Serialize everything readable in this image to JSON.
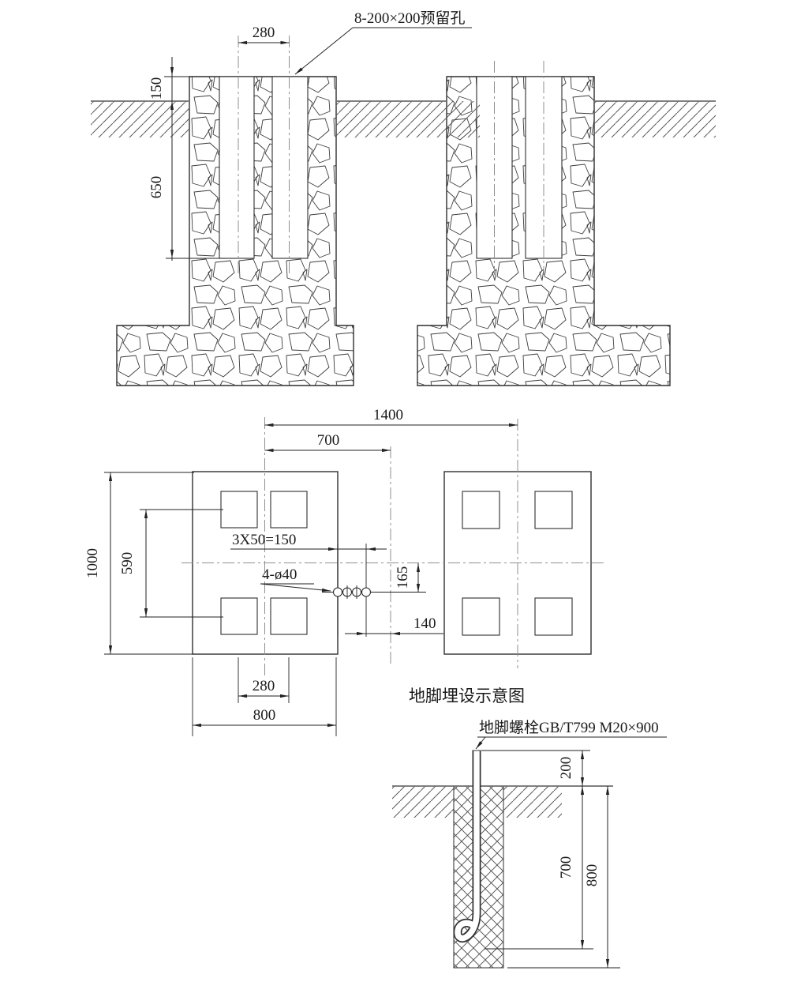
{
  "drawing": {
    "top_note": "8-200×200预留孔",
    "elevation_dims": {
      "hole_spacing": "280",
      "above_ground": "150",
      "embed_depth": "650"
    },
    "plan_dims": {
      "foundation_spacing": "1400",
      "half_spacing": "700",
      "plan_height": "1000",
      "hole_row_spacing": "590",
      "bolt_group_spacing": "3X50=150",
      "bolt_note": "4-ø40",
      "bolt_row_offset": "165",
      "bolt_to_center": "140",
      "hole_col_spacing": "280",
      "plan_width": "800"
    },
    "detail": {
      "title": "地脚埋设示意图",
      "bolt_label": "地脚螺栓GB/T799 M20×900",
      "projection": "200",
      "embed": "700",
      "pit_depth": "800"
    },
    "colors": {
      "line": "#2f2f2f",
      "centerline": "#8f8f8f",
      "ground": "#6e6e6e",
      "background": "#ffffff"
    }
  }
}
